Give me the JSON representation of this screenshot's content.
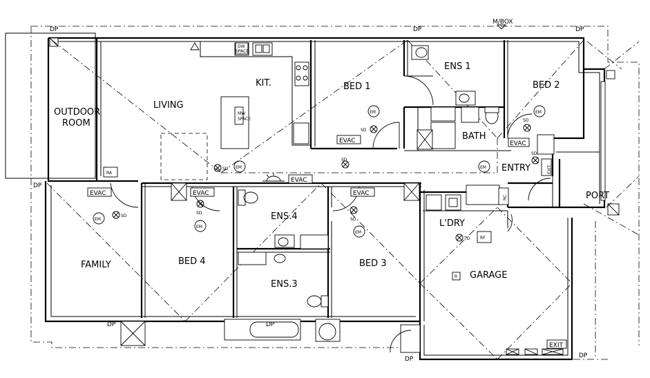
{
  "rooms": {
    "outdoor_room_line1": "OUTDOOR",
    "outdoor_room_line2": "ROOM",
    "living": "LIVING",
    "kit": "KIT.",
    "bed1": "BED 1",
    "ens1": "ENS 1",
    "bed2": "BED 2",
    "bath": "BATH",
    "entry": "ENTRY",
    "port": "PORT",
    "family": "FAMILY",
    "bed4": "BED 4",
    "ens4": "ENS.4",
    "ens3": "ENS.3",
    "bed3": "BED 3",
    "ldry": "L'DRY",
    "garage": "GARAGE"
  },
  "symbols": {
    "evac": "EVAC",
    "em": "EM",
    "sd": "SD",
    "exit": "EXIT",
    "dp": "DP",
    "mbox": "M/BOX",
    "ra": "RA",
    "rc": "RC",
    "rf": "RF",
    "td": "TD",
    "r": "R",
    "dw_line1": "DW",
    "dw_line2": "SPACE",
    "mw_line1": "MW",
    "mw_line2": "SPACE"
  }
}
